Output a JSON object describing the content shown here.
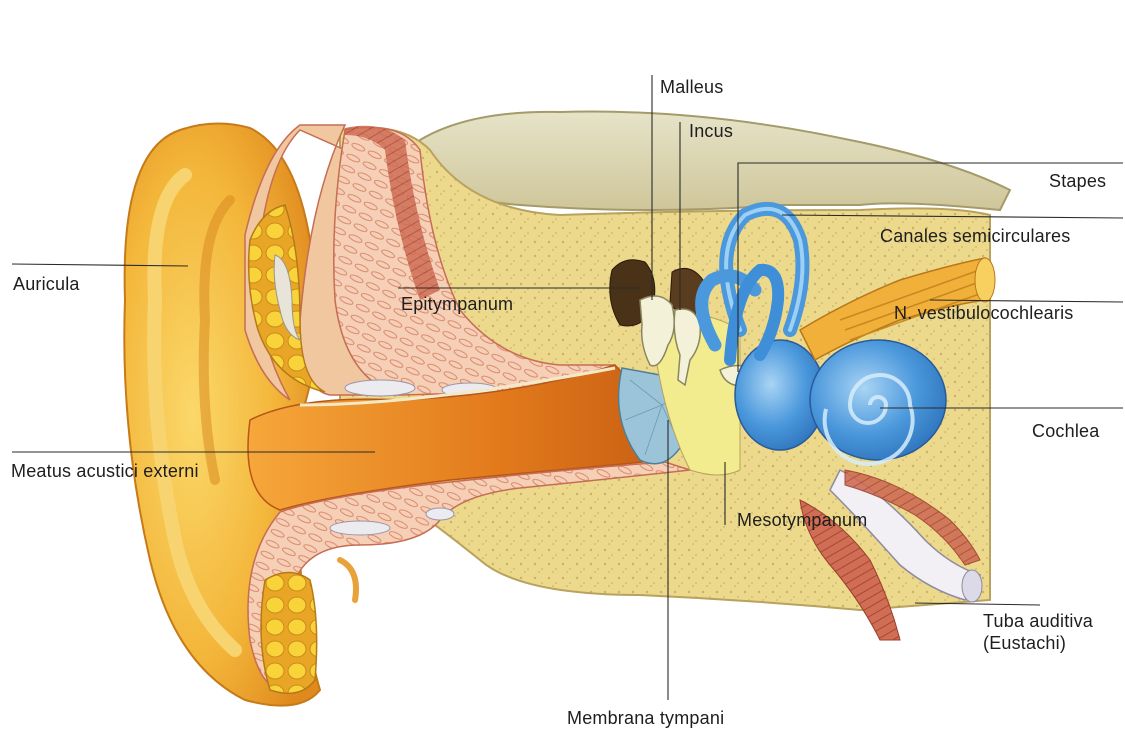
{
  "labels": {
    "malleus": "Malleus",
    "incus": "Incus",
    "stapes": "Stapes",
    "canales": "Canales semicirculares",
    "auricula": "Auricula",
    "epitympanum": "Epitympanum",
    "nerve": "N. vestibulocochlearis",
    "cochlea": "Cochlea",
    "meatus": "Meatus acustici externi",
    "mesotympanum": "Mesotympanum",
    "tuba": "Tuba auditiva\n(Eustachi)",
    "membrana": "Membrana tympani"
  },
  "colors": {
    "skin": "#f2b438",
    "skin_light": "#fbd86a",
    "canal": "#e8892a",
    "bone": "#e9d98a",
    "membrane": "#f0eea0",
    "labyrinth": "#3f8ed8",
    "cartilage": "#f7cd2a",
    "muscle": "#c8604a"
  }
}
